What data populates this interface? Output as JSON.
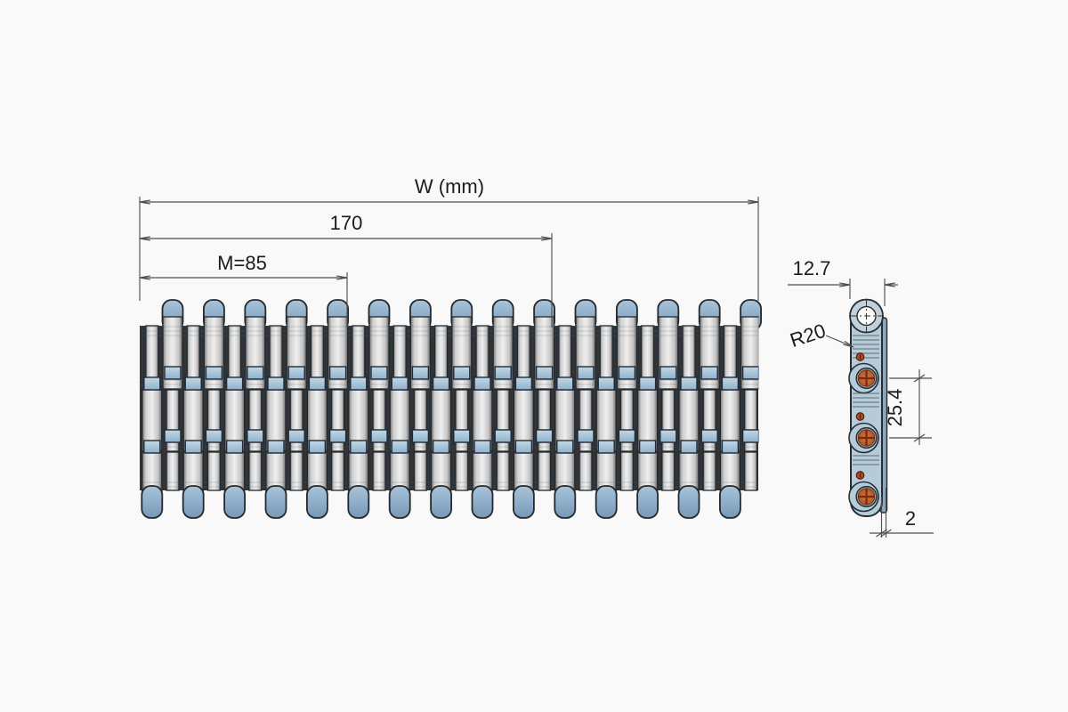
{
  "drawing": {
    "plan_view": {
      "dimensions": {
        "width_label": "W (mm)",
        "length_170": "170",
        "module_85": "M=85"
      }
    },
    "side_view": {
      "dimensions": {
        "top_width": "12.7",
        "radius": "R20",
        "pitch": "25.4",
        "edge_thickness": "2"
      }
    },
    "colors": {
      "background": "#f9f9f9",
      "outline": "#26292c",
      "tab_blue": "#7d9cba",
      "hinge_blue": "#9cbdd4",
      "slat_light": "#efefef",
      "slat_dark": "#787878",
      "belt_gap_dark": "#2f3438",
      "side_body_blue": "#b6cbd8",
      "side_strip_blue": "#8ea6b6",
      "pin_orange": "#c26a30",
      "pin_cross_red": "#7e2717",
      "dim_line": "#4f4f4f",
      "text": "#1b1b1b"
    }
  }
}
